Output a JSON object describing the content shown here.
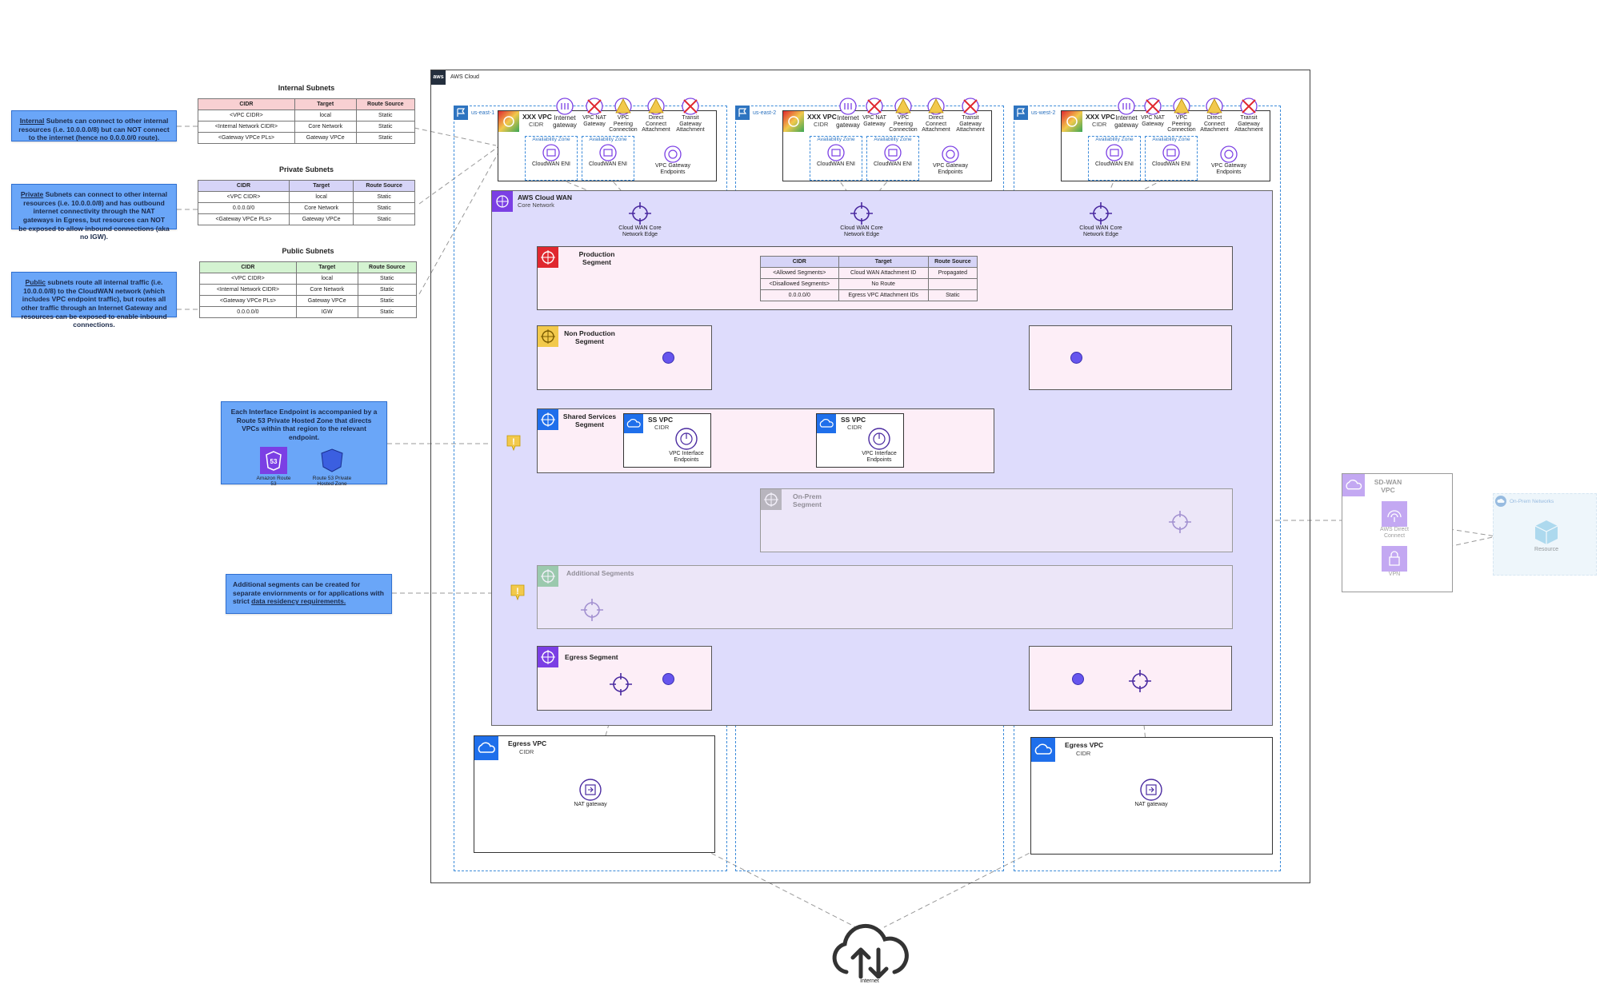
{
  "notes": {
    "internal": {
      "lead": "Internal",
      "text": " Subnets can connect to other internal resources (i.e. 10.0.0.0/8) but can NOT connect to the internet (hence no 0.0.0.0/0 route)."
    },
    "private": {
      "lead": "Private",
      "text": " Subnets can connect to other internal resources (i.e. 10.0.0.0/8) and has outbound internet connectivity through the NAT gateways in Egress, but resources can NOT be exposed to allow inbound connections (aka no IGW)."
    },
    "public": {
      "lead": "Public",
      "text": " subnets route all internal traffic (i.e. 10.0.0.0/8) to the CloudWAN network (which includes VPC endpoint traffic), but routes all other traffic through an Internet Gateway and resources can be exposed to enable inbound connections."
    },
    "route53": {
      "text": "Each Interface Endpoint is accompanied by a Route 53 Private Hosted Zone that directs VPCs within that region to the relevant endpoint.",
      "icon1": "Amazon Route 53",
      "icon2": "Route 53 Private Hosted Zone"
    },
    "segments": {
      "text": "Additional segments can be created for separate enviornments or for applications with strict ",
      "link": "data residency requirements."
    }
  },
  "tables": {
    "headers": [
      "CIDR",
      "Target",
      "Route Source"
    ],
    "internal": {
      "title": "Internal Subnets",
      "rows": [
        [
          "<VPC CIDR>",
          "local",
          "Static"
        ],
        [
          "<Internal Network CIDR>",
          "Core Network",
          "Static"
        ],
        [
          "<Gateway VPCe PLs>",
          "Gateway VPCe",
          "Static"
        ]
      ]
    },
    "private": {
      "title": "Private Subnets",
      "rows": [
        [
          "<VPC CIDR>",
          "local",
          "Static"
        ],
        [
          "0.0.0.0/0",
          "Core Network",
          "Static"
        ],
        [
          "<Gateway VPCe PLs>",
          "Gateway VPCe",
          "Static"
        ]
      ]
    },
    "public": {
      "title": "Public Subnets",
      "rows": [
        [
          "<VPC CIDR>",
          "local",
          "Static"
        ],
        [
          "<Internal Network CIDR>",
          "Core Network",
          "Static"
        ],
        [
          "<Gateway VPCe PLs>",
          "Gateway VPCe",
          "Static"
        ],
        [
          "0.0.0.0/0",
          "IGW",
          "Static"
        ]
      ]
    },
    "production": {
      "rows": [
        [
          "<Allowed Segments>",
          "Cloud WAN Attachment ID",
          "Propagated"
        ],
        [
          "<Disallowed Segments>",
          "No Route",
          ""
        ],
        [
          "0.0.0.0/0",
          "Egress VPC Attachment IDs",
          "Static"
        ]
      ]
    }
  },
  "cloud": {
    "label": "AWS Cloud"
  },
  "regions": [
    "us-east-1",
    "us-east-2",
    "us-west-2"
  ],
  "vpc": {
    "title": "XXX VPC",
    "cidr": "CIDR",
    "igw": "Internet gateway",
    "nat": "VPC NAT Gateway",
    "peering": "VPC Peering Connection",
    "dx": "Direct Connect Attachment",
    "tgw": "Transit Gateway Attachment",
    "az": "Availability Zone",
    "eni": "CloudWAN ENI",
    "gwep": "VPC Gateway Endpoints"
  },
  "core": {
    "title": "AWS Cloud WAN",
    "subtitle": "Core Network",
    "edge": "Cloud WAN Core Network Edge"
  },
  "segments": {
    "production": "Production Segment",
    "nonprod": "Non Production Segment",
    "shared": "Shared Services Segment",
    "onprem": "On-Prem Segment",
    "additional": "Additional Segments",
    "egress": "Egress Segment"
  },
  "ssvpc": {
    "title": "SS VPC",
    "cidr": "CIDR",
    "ep": "VPC Interface Endpoints"
  },
  "egressvpc": {
    "title": "Egress VPC",
    "cidr": "CIDR",
    "nat": "NAT gateway"
  },
  "sdwan": {
    "title": "SD-WAN VPC",
    "dx": "AWS Direct Connect",
    "vpn": "VPN"
  },
  "onprem": {
    "title": "On-Prem Networks",
    "resource": "Resource"
  },
  "internet": {
    "label": "Internet"
  },
  "colors": {
    "note": "#6aa6f8",
    "core": "#dedcfc",
    "segment": "#fdeef7",
    "region": "#3c8bd9",
    "purple": "#7b3fe4",
    "red": "#e0282f",
    "yellow": "#f2c94c",
    "green": "#3aa655",
    "blue": "#1f6feb"
  }
}
